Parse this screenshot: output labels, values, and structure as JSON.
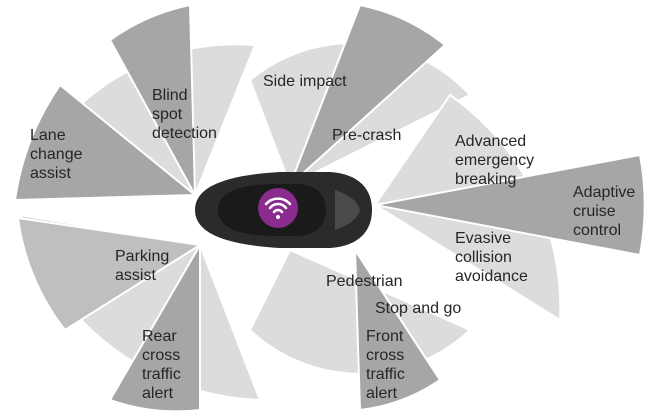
{
  "sensor_labels": {
    "blind_spot": [
      "Blind",
      "spot",
      "detection"
    ],
    "side_impact": [
      "Side impact"
    ],
    "pre_crash": [
      "Pre-crash"
    ],
    "lane_change": [
      "Lane",
      "change",
      "assist"
    ],
    "advanced_braking": [
      "Advanced",
      "emergency",
      "breaking"
    ],
    "adaptive_cruise": [
      "Adaptive",
      "cruise",
      "control"
    ],
    "evasive": [
      "Evasive",
      "collision",
      "avoidance"
    ],
    "parking": [
      "Parking",
      "assist"
    ],
    "pedestrian": [
      "Pedestrian"
    ],
    "stop_go": [
      "Stop and go"
    ],
    "rear_cross": [
      "Rear",
      "cross",
      "traffic",
      "alert"
    ],
    "front_cross": [
      "Front",
      "cross",
      "traffic",
      "alert"
    ]
  },
  "colors": {
    "light_zone": "#dcdcdc",
    "mid_zone": "#bfbfbf",
    "dark_zone": "#a6a6a6",
    "car_body": "#2b2b2b",
    "wifi_badge": "#8a2b8e"
  },
  "icons": {
    "car": "car-icon",
    "connectivity": "wifi-icon"
  }
}
